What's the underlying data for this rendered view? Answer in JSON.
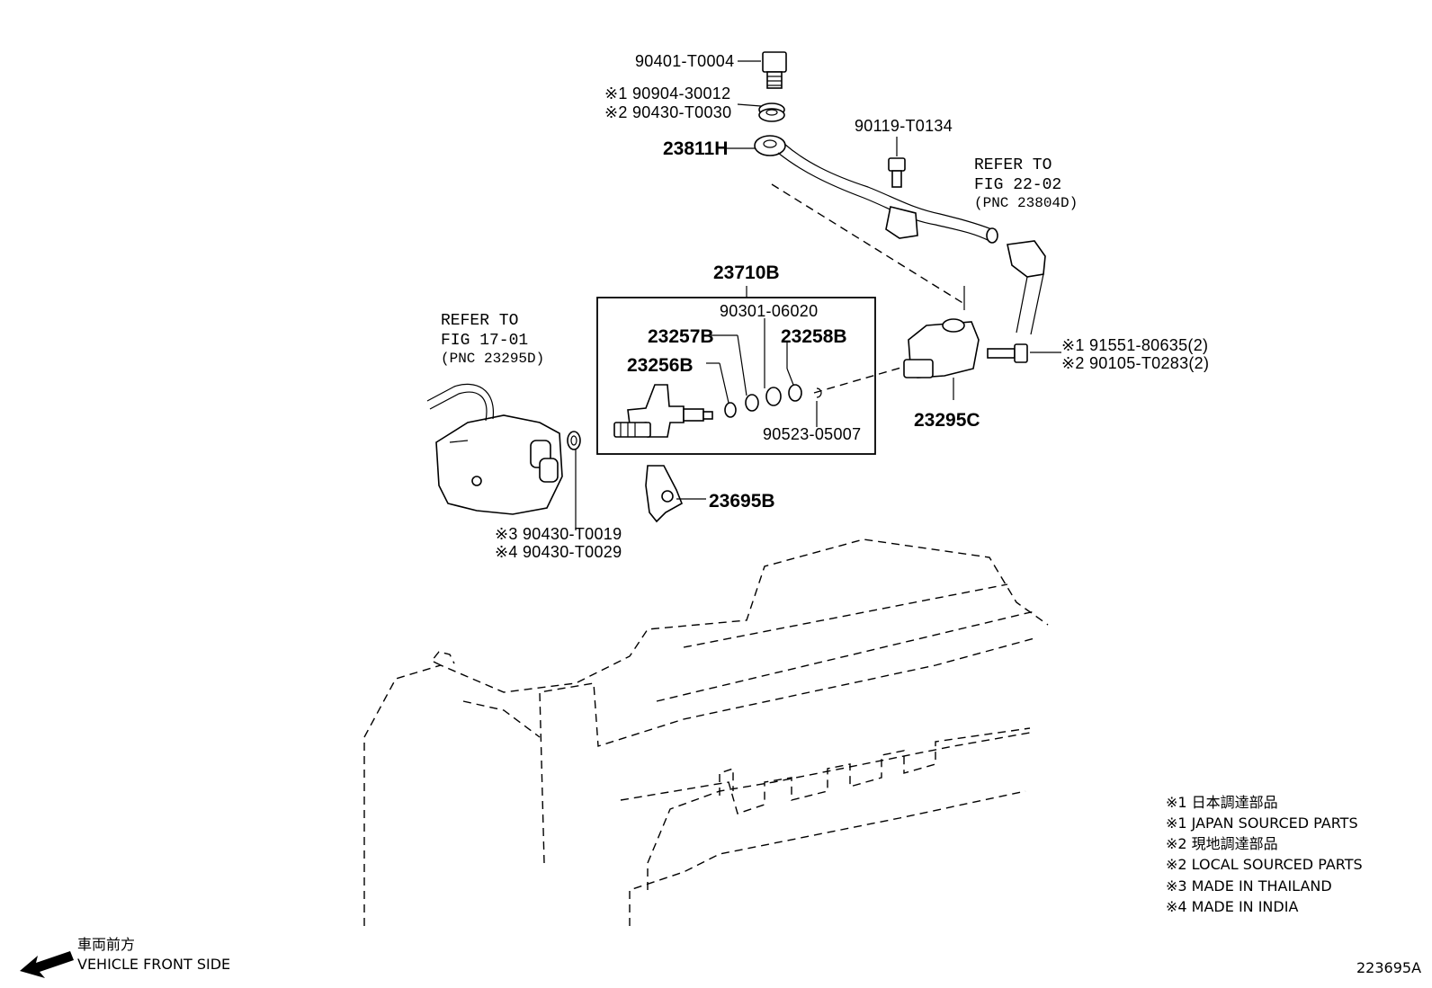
{
  "diagram": {
    "parts": {
      "bolt_top": "90401-T0004",
      "gasket_top_1": "※1 90904-30012",
      "gasket_top_2": "※2 90430-T0030",
      "pipe": "23811H",
      "bolt_clamp": "90119-T0134",
      "assy": "23710B",
      "oring_1": "90301-06020",
      "ring_257": "23257B",
      "ring_258": "23258B",
      "injector": "23256B",
      "clip": "90523-05007",
      "holder": "23295C",
      "bolt_right_1": "※1 91551-80635(2)",
      "bolt_right_2": "※2 90105-T0283(2)",
      "insulator": "23695B",
      "gasket_left_3": "※3 90430-T0019",
      "gasket_left_4": "※4 90430-T0029"
    },
    "refs": {
      "left": [
        "REFER TO",
        "FIG 17-01",
        "(PNC 23295D)"
      ],
      "right": [
        "REFER TO",
        "FIG 22-02",
        "(PNC 23804D)"
      ]
    },
    "legend": [
      "※1 日本調達部品",
      "※1 JAPAN SOURCED PARTS",
      "※2 現地調達部品",
      "※2 LOCAL SOURCED PARTS",
      "※3 MADE IN THAILAND",
      "※4 MADE IN INDIA"
    ],
    "direction": {
      "jp": "車両前方",
      "en": "VEHICLE FRONT SIDE"
    },
    "figure_id": "223695A"
  }
}
